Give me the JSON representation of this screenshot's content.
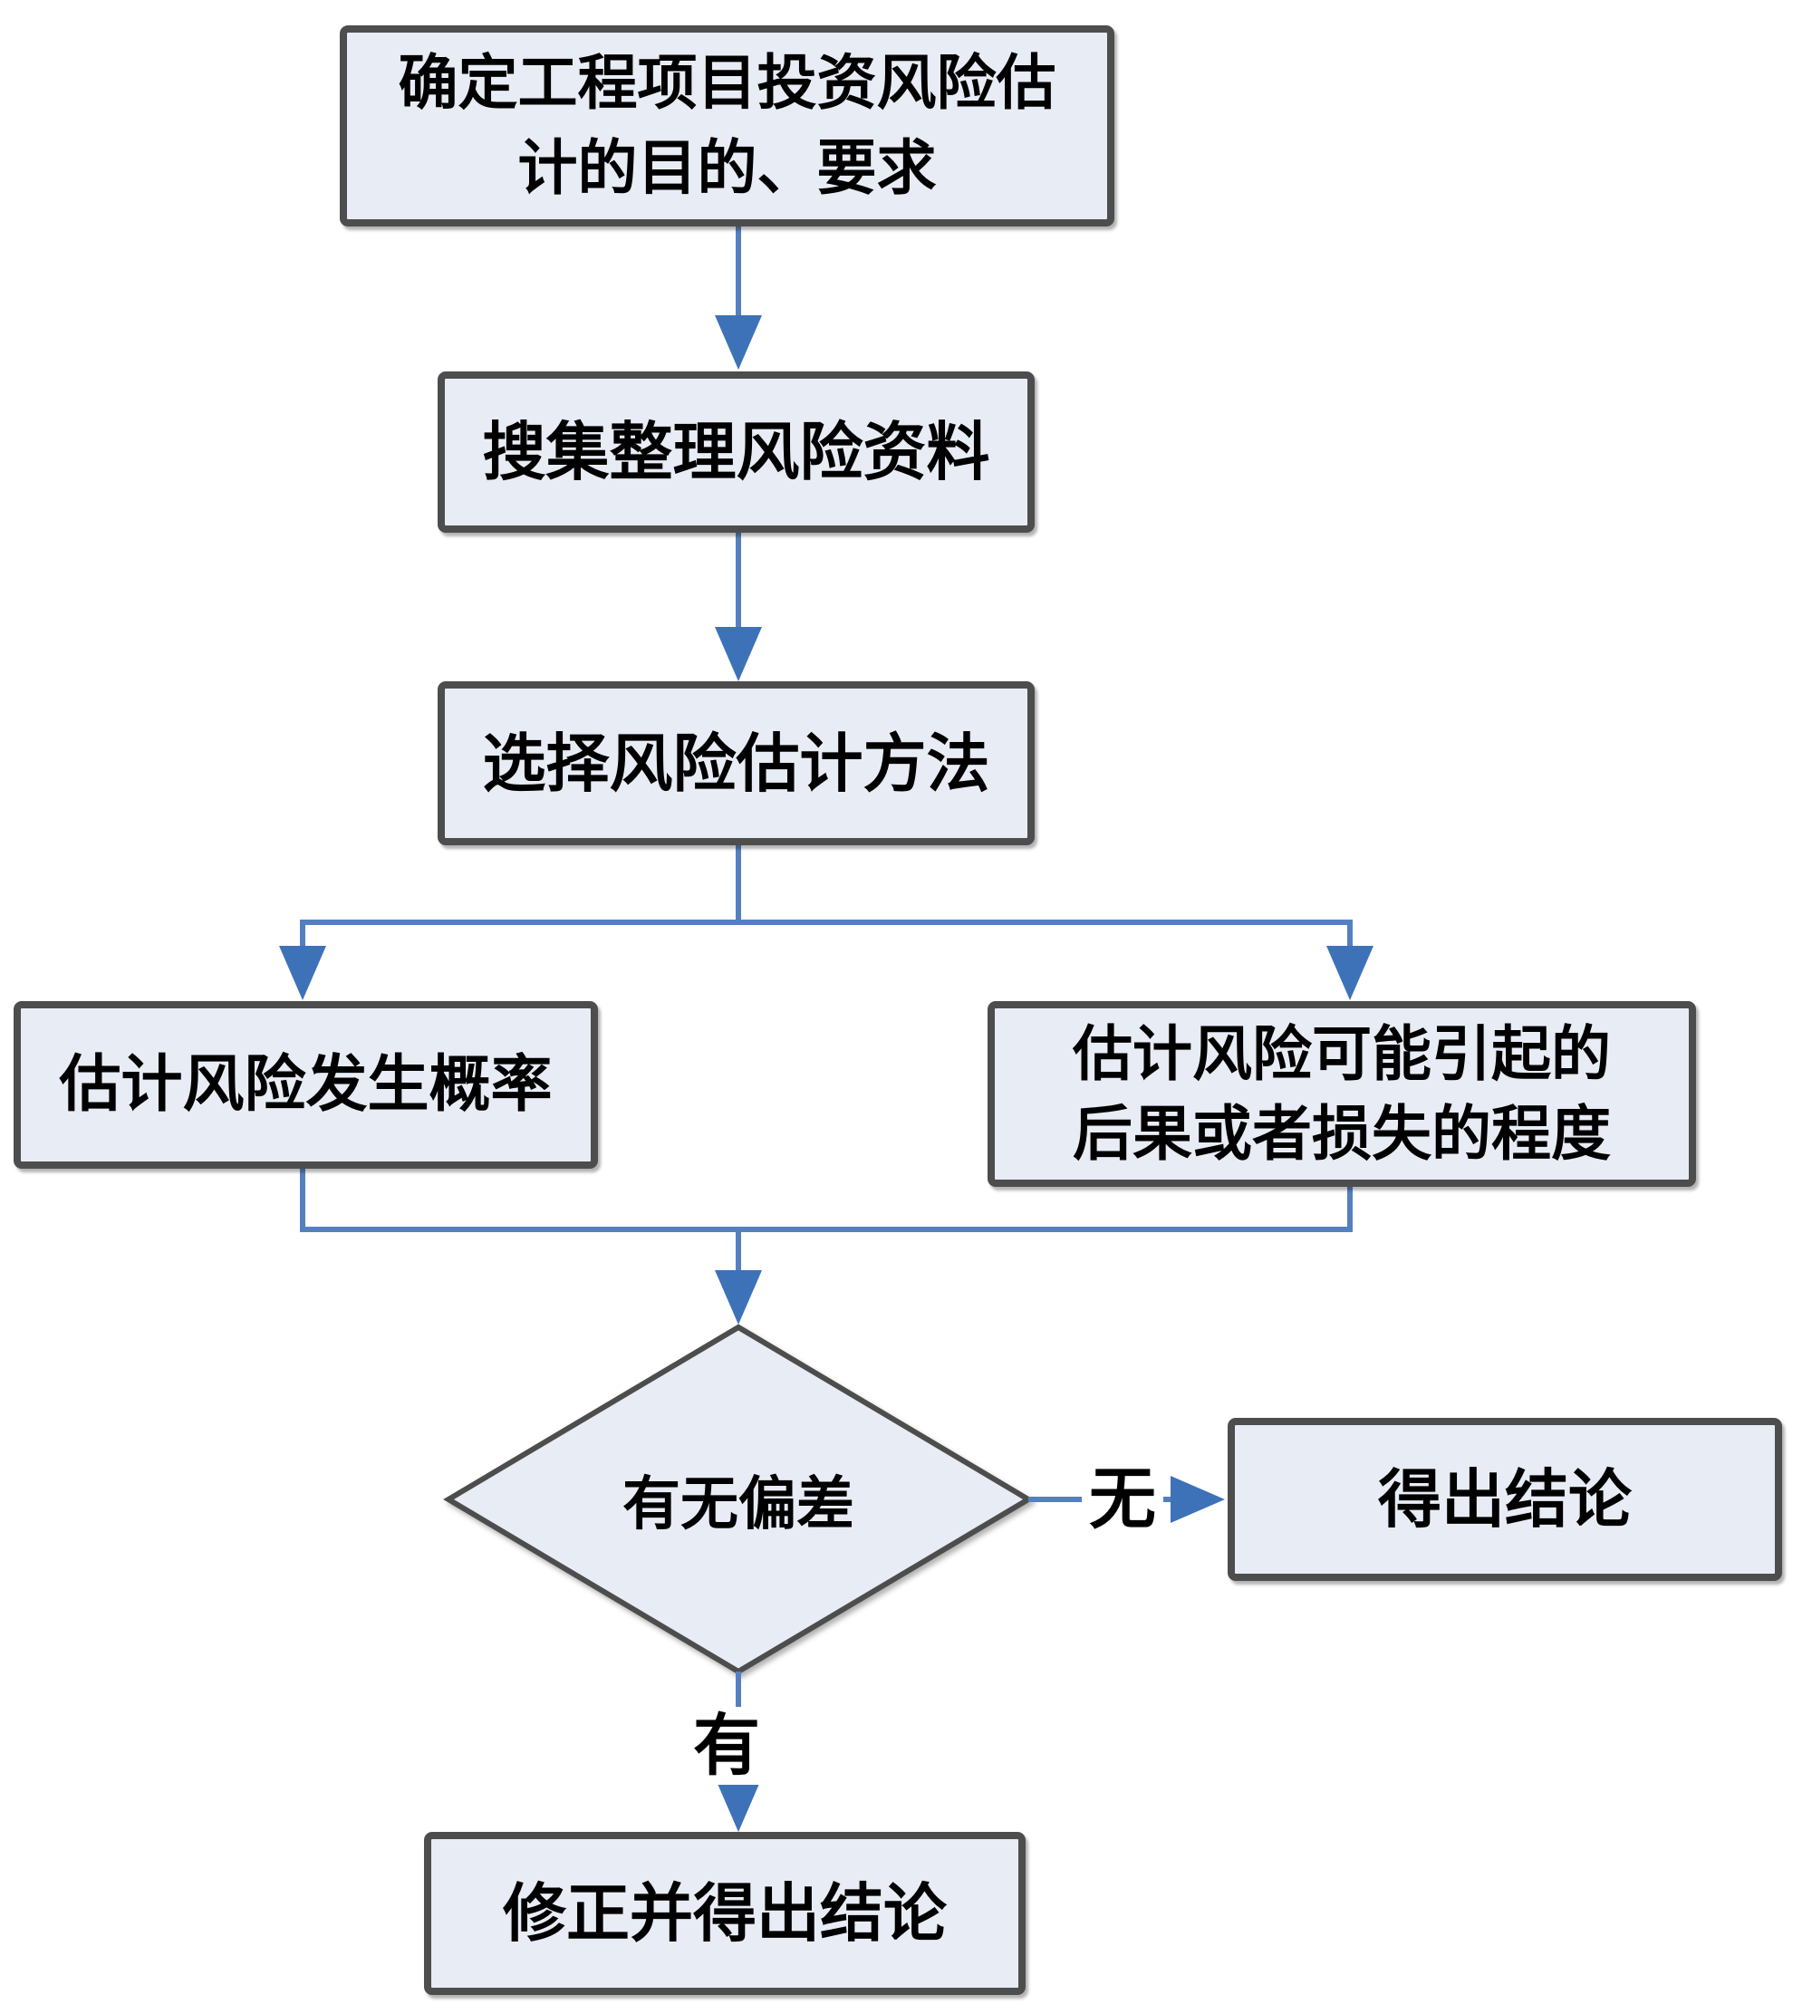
{
  "flowchart": {
    "nodes": {
      "purpose": {
        "type": "process",
        "label": [
          "确定工程项目投资风险估",
          "计的目的、要求"
        ]
      },
      "collect": {
        "type": "process",
        "label": "搜集整理风险资料"
      },
      "method": {
        "type": "process",
        "label": "选择风险估计方法"
      },
      "probability": {
        "type": "process",
        "label": "估计风险发生概率"
      },
      "consequence": {
        "type": "process",
        "label": [
          "估计风险可能引起的",
          "后果或者损失的程度"
        ]
      },
      "decision": {
        "type": "decision",
        "label": "有无偏差"
      },
      "conclusion": {
        "type": "process",
        "label": "得出结论"
      },
      "revise": {
        "type": "process",
        "label": "修正并得出结论"
      }
    },
    "edges": [
      {
        "from": "purpose",
        "to": "collect",
        "label": ""
      },
      {
        "from": "collect",
        "to": "method",
        "label": ""
      },
      {
        "from": "method",
        "to": "probability",
        "label": ""
      },
      {
        "from": "method",
        "to": "consequence",
        "label": ""
      },
      {
        "from": "probability",
        "to": "decision",
        "label": ""
      },
      {
        "from": "consequence",
        "to": "decision",
        "label": ""
      },
      {
        "from": "decision",
        "to": "conclusion",
        "label": "无"
      },
      {
        "from": "decision",
        "to": "revise",
        "label": "有"
      }
    ],
    "colors": {
      "node_fill": "#e7ecf5",
      "node_border": "#4d4d4d",
      "connector_line": "#5580bf",
      "arrowhead": "#3e72b8",
      "text": "#000000",
      "background": "#ffffff"
    }
  }
}
